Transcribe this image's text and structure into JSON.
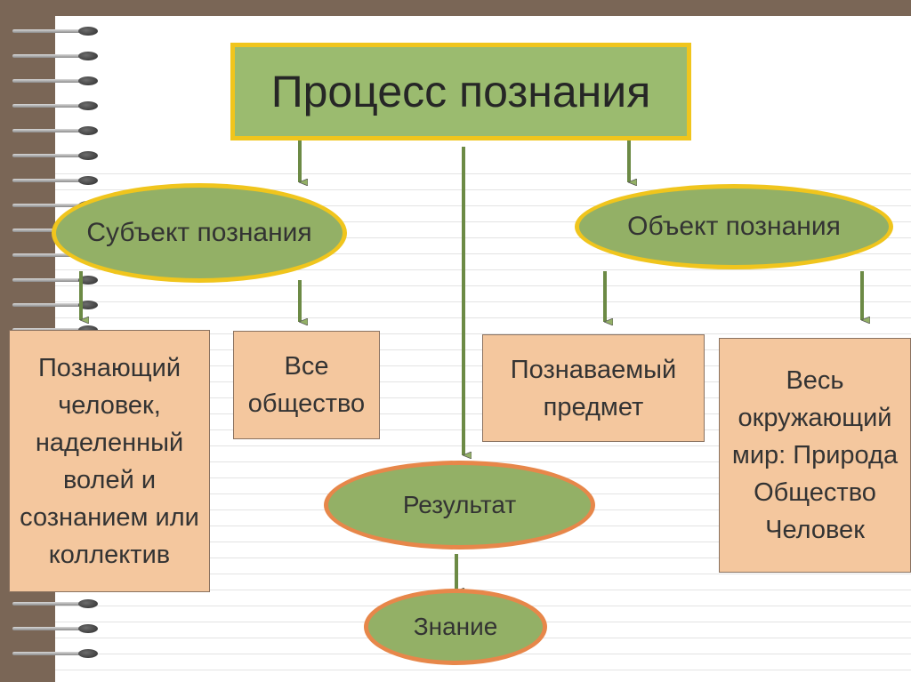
{
  "title": "Процесс познания",
  "subject": {
    "label": "Субъект познания",
    "items": [
      "Познающий человек, наделенный волей и сознанием или коллектив",
      "Все общество"
    ]
  },
  "object": {
    "label": "Объект познания",
    "items": [
      "Познаваемый предмет",
      "Весь окружающий мир: Природа Общество Человек"
    ]
  },
  "result": "Результат",
  "knowledge": "Знание",
  "colors": {
    "green_fill": "#93b066",
    "yellow_border": "#f0c51d",
    "orange_border": "#e7874a",
    "peach_fill": "#f4c79e",
    "background": "#7a6656"
  }
}
